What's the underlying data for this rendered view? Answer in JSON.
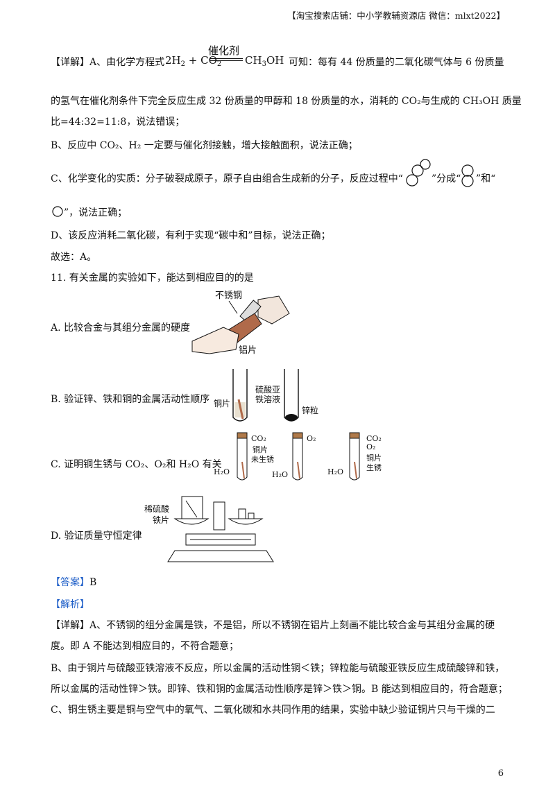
{
  "header": {
    "text": "【淘宝搜索店铺：中小学教辅资源店 微信：mlxt2022】"
  },
  "analysis": {
    "lineA_prefix": "【详解】A、由化学方程式",
    "equation": {
      "lhs1": "2H",
      "lhs1_sub": "2",
      "plus": "+",
      "lhs2": "CO",
      "lhs2_sub": "2",
      "catalyst": "催化剂",
      "rhs": "CH",
      "rhs_sub": "3",
      "rhs_tail": "OH"
    },
    "lineA_suffix": "可知：每有 44 份质量的二氧化碳气体与 6 份质量",
    "lineA2": "的氢气在催化剂条件下完全反应生成 32 份质量的甲醇和 18 份质量的水，消耗的 CO₂与生成的 CH₃OH 质量",
    "lineA3": "比=44:32=11:8，说法错误；",
    "lineB": "B、反应中 CO₂、H₂ 一定要与催化剂接触，增大接触面积，说法正确；",
    "lineC1": "C、化学变化的实质：分子破裂成原子，原子自由组合生成新的分子，反应过程中“",
    "lineC1_mid": "”分成“",
    "lineC1_end": "”和“",
    "lineC2": "”，说法正确；",
    "lineD": "D、该反应消耗二氧化碳，有利于实现“碳中和”目标，说法正确；",
    "choice": "故选：A。"
  },
  "question": {
    "stem": "11. 有关金属的实验如下，能达到相应目的的是",
    "options": [
      {
        "label": "A. 比较合金与其组分金属的硬度"
      },
      {
        "label": "B. 验证锌、铁和铜的金属活动性顺序"
      },
      {
        "label": "C. 证明铜生锈与 CO₂、O₂和 H₂O 有关"
      },
      {
        "label": "D. 验证质量守恒定律"
      }
    ],
    "figA": {
      "steel": "不锈钢",
      "al": "铝片"
    },
    "figB": {
      "cu": "铜片",
      "feso4_1": "硫酸亚",
      "feso4_2": "铁溶液",
      "zn": "锌粒"
    },
    "figC": {
      "co2": "CO₂",
      "o2": "O₂",
      "cu": "铜片",
      "norust": "未生锈",
      "h2o": "H₂O",
      "co2b": "CO₂",
      "o2b": "O₂",
      "cub": "铜片",
      "rust": "生锈"
    },
    "figD": {
      "acid": "稀硫酸",
      "fe": "铁片"
    }
  },
  "answer": {
    "tag": "【答案】",
    "value": "B"
  },
  "solution": {
    "tag": "【解析】",
    "l1": "【详解】A、不锈钢的组分金属是铁，不是铝，所以不锈钢在铝片上刻画不能比较合金与其组分金属的硬",
    "l2": "度。即 A 不能达到相应目的，不符合题意；",
    "l3": "B、由于铜片与硫酸亚铁溶液不反应，所以金属的活动性铜＜铁；锌粒能与硫酸亚铁反应生成硫酸锌和铁，",
    "l4": "所以金属的活动性锌＞铁。即锌、铁和铜的金属活动性顺序是锌＞铁＞铜。B 能达到相应目的，符合题意；",
    "l5": "C、铜生锈主要是铜与空气中的氧气、二氧化碳和水共同作用的结果，实验中缺少验证铜片只与干燥的二"
  },
  "page": {
    "number": "6"
  }
}
